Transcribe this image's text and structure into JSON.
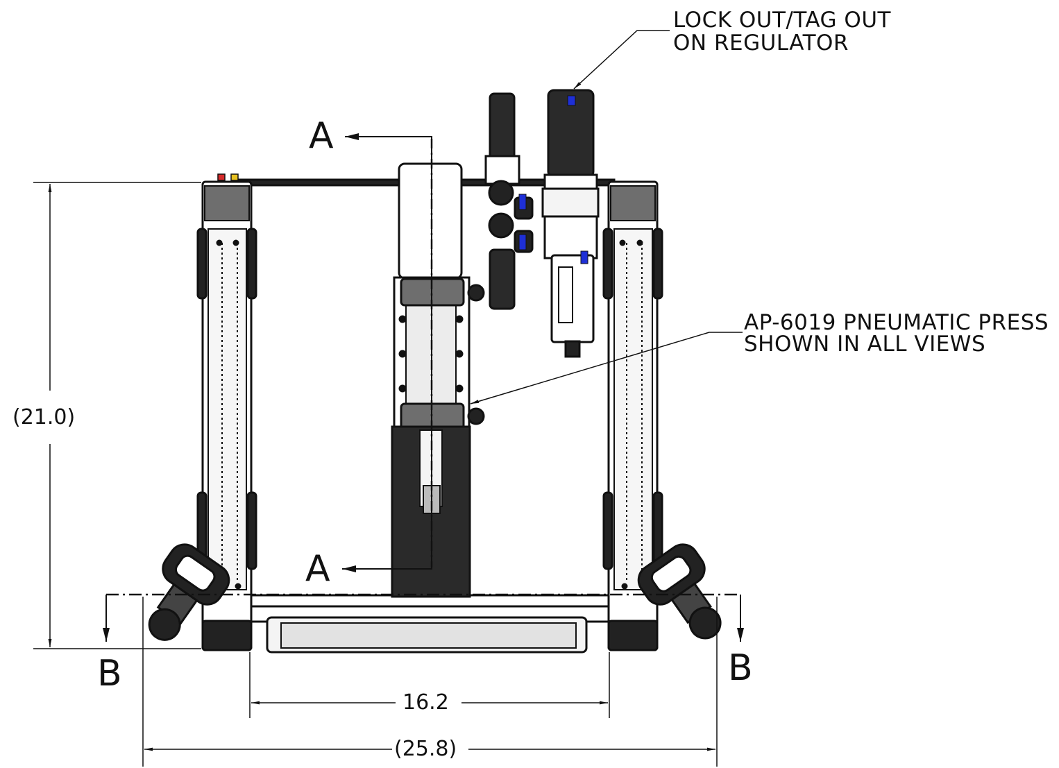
{
  "notes": {
    "lockout_line1": "LOCK OUT/TAG OUT",
    "lockout_line2": "ON REGULATOR",
    "press_line1": "AP-6019 PNEUMATIC PRESS",
    "press_line2": "SHOWN IN ALL VIEWS"
  },
  "dimensions": {
    "height": "21.0",
    "inner_width": "16.2",
    "overall_width": "25.8"
  },
  "section_labels": {
    "a_top": "A",
    "a_bottom": "A",
    "b_left": "B",
    "b_right": "B"
  },
  "colors": {
    "line": "#111111",
    "dark_fill": "#2a2a2a",
    "gray_fill": "#6e6e6e",
    "light_fill": "#ececec",
    "accent_blue": "#1e2fd6",
    "accent_red": "#d62a2a",
    "accent_yellow": "#e6c020"
  }
}
